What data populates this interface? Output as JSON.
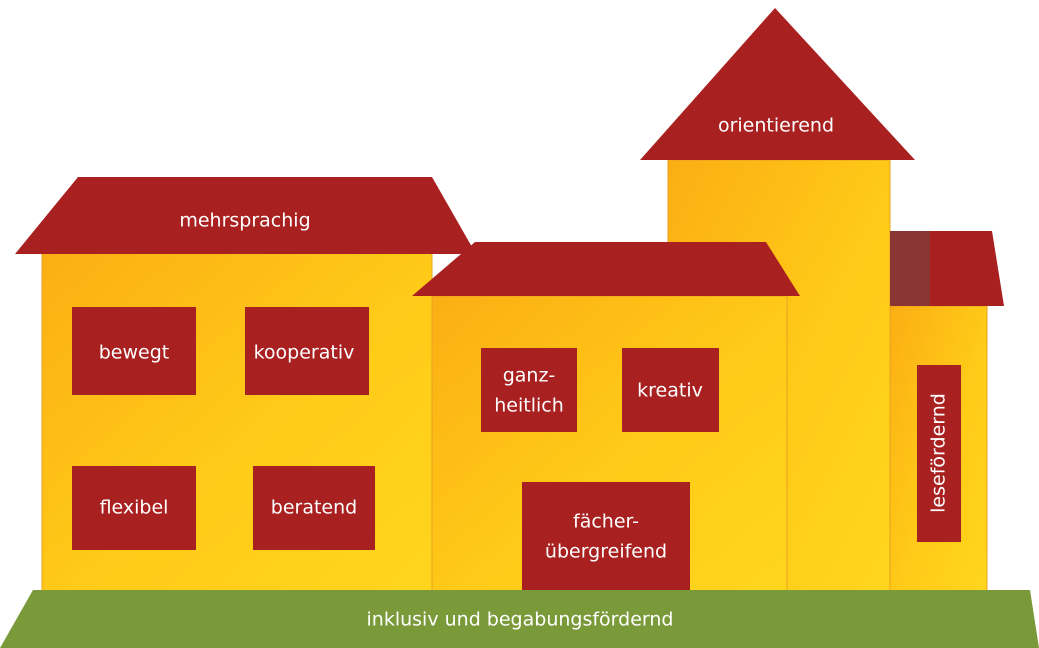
{
  "roofs": {
    "left": "mehrsprachig",
    "tower": "orientierend"
  },
  "rooms": {
    "bewegt": "bewegt",
    "kooperativ": "kooperativ",
    "flexibel": "flexibel",
    "beratend": "beratend",
    "ganzheitlich_line1": "ganz-",
    "ganzheitlich_line2": "heitlich",
    "kreativ": "kreativ",
    "faecher_line1": "fächer-",
    "faecher_line2": "übergreifend",
    "lesefoerdernd": "lesefördernd"
  },
  "foundation": "inklusiv und begabungsfördernd",
  "colors": {
    "roof": "#A92020",
    "box": "#A92020",
    "wall_light": "#FFD21A",
    "wall_dark": "#FBAE14",
    "wall_edge": "#E8A21F",
    "ground": "#7A9A3A",
    "chimney": "#8B3535",
    "text": "#FFFFFF"
  }
}
